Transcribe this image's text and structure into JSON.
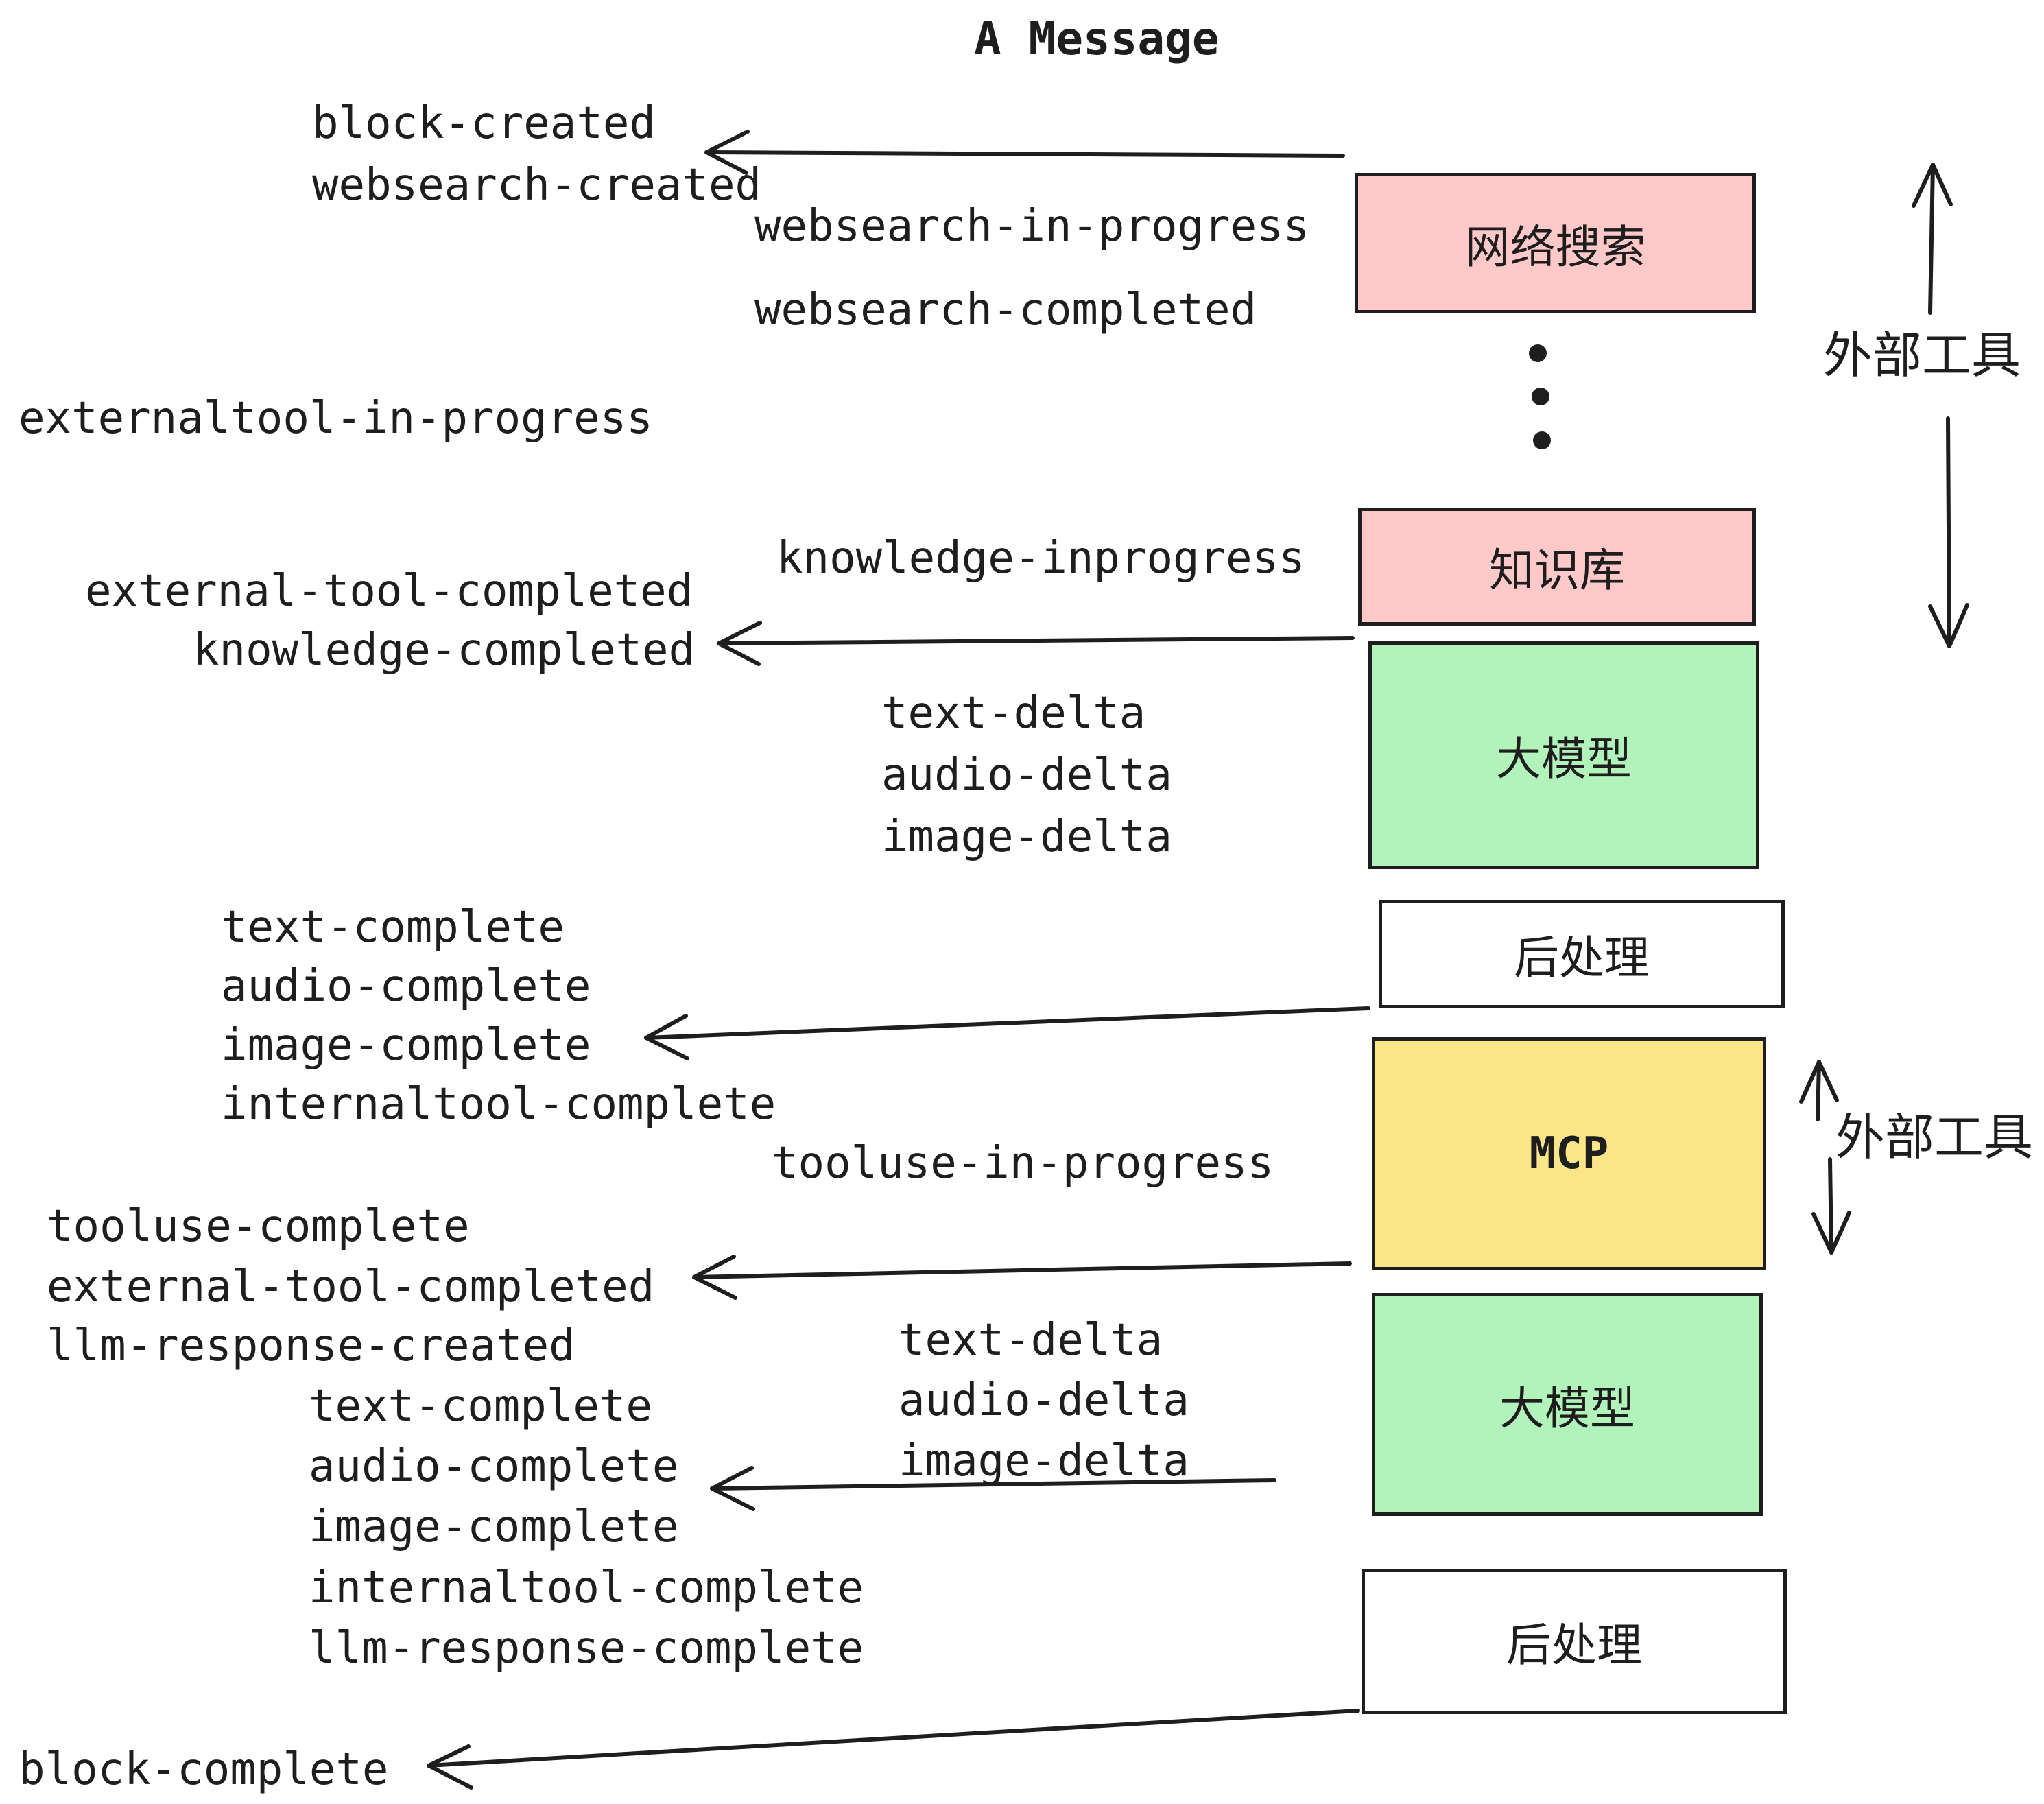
{
  "title": "A Message",
  "colors": {
    "ink": "#1e1e1e",
    "box_pink": "#ffc9c9",
    "box_green": "#b2f2bb",
    "box_yellow": "#fae588",
    "box_white": "#ffffff",
    "background": "#ffffff"
  },
  "events": [
    {
      "text": "block-created"
    },
    {
      "text": "websearch-created"
    },
    {
      "text": "websearch-in-progress"
    },
    {
      "text": "websearch-completed"
    },
    {
      "text": "externaltool-in-progress"
    },
    {
      "text": "knowledge-inprogress"
    },
    {
      "text": "external-tool-completed"
    },
    {
      "text": "knowledge-completed"
    },
    {
      "text": "text-delta"
    },
    {
      "text": "audio-delta"
    },
    {
      "text": "image-delta"
    },
    {
      "text": "text-complete"
    },
    {
      "text": "audio-complete"
    },
    {
      "text": "image-complete"
    },
    {
      "text": "internaltool-complete"
    },
    {
      "text": "tooluse-in-progress"
    },
    {
      "text": "tooluse-complete"
    },
    {
      "text": "external-tool-completed"
    },
    {
      "text": "llm-response-created"
    },
    {
      "text": "text-complete"
    },
    {
      "text": "audio-complete"
    },
    {
      "text": "image-complete"
    },
    {
      "text": "internaltool-complete"
    },
    {
      "text": "llm-response-complete"
    },
    {
      "text": "block-complete"
    },
    {
      "text": "text-delta"
    },
    {
      "text": "audio-delta"
    },
    {
      "text": "image-delta"
    }
  ],
  "boxes": [
    {
      "label": "网络搜索"
    },
    {
      "label": "知识库"
    },
    {
      "label": "大模型"
    },
    {
      "label": "后处理"
    },
    {
      "label": "MCP"
    },
    {
      "label": "大模型"
    },
    {
      "label": "后处理"
    }
  ],
  "side_labels": [
    {
      "text": "外部工具"
    },
    {
      "text": "外部工具"
    }
  ]
}
